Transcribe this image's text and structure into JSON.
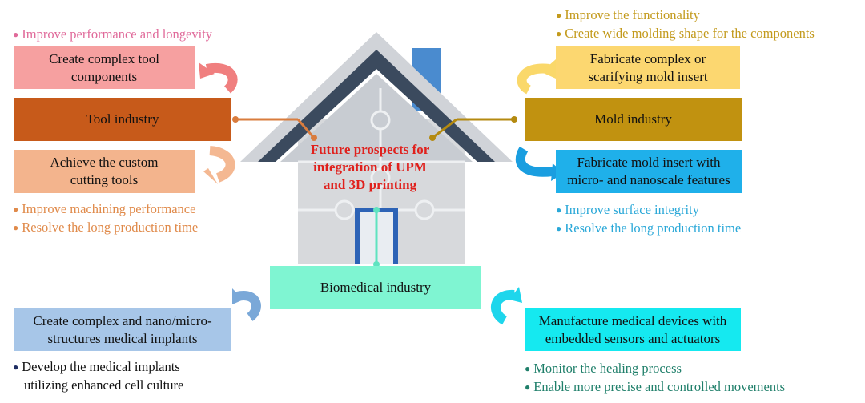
{
  "center": {
    "line1": "Future prospects for",
    "line2": "integration of UPM",
    "line3": "and 3D printing",
    "color": "#e0201c"
  },
  "tool": {
    "industry": "Tool industry",
    "top_box_line1": "Create complex tool",
    "top_box_line2": "components",
    "top_note": "Improve performance and longevity",
    "bottom_box_line1": "Achieve the custom",
    "bottom_box_line2": "cutting tools",
    "bottom_notes": [
      "Improve machining performance",
      "Resolve the long production time"
    ],
    "colors": {
      "industry": "#c75a1a",
      "top": "#f6a0a0",
      "bottom": "#f3b48d",
      "note_top": "#e06a9a",
      "note_bottom": "#e08a4a"
    }
  },
  "mold": {
    "industry": "Mold industry",
    "top_box_line1": "Fabricate complex or",
    "top_box_line2": "scarifying mold insert",
    "top_notes": [
      "Improve the functionality",
      "Create wide molding shape for the components"
    ],
    "bottom_box_line1": "Fabricate mold insert with",
    "bottom_box_line2": "micro- and nanoscale features",
    "bottom_notes": [
      "Improve surface integrity",
      "Resolve the long production time"
    ],
    "colors": {
      "industry": "#c19210",
      "top": "#fcd770",
      "bottom": "#1fb0ea",
      "note_top": "#c39a1c",
      "note_bottom": "#2aa8d8"
    }
  },
  "bio": {
    "industry": "Biomedical industry",
    "left_box_line1": "Create complex and nano/micro-",
    "left_box_line2": "structures medical implants",
    "left_notes": [
      "Develop the medical implants",
      "utilizing enhanced cell culture"
    ],
    "right_box_line1": "Manufacture medical devices with",
    "right_box_line2": "embedded sensors and actuators",
    "right_notes": [
      "Monitor the healing process",
      "Enable more precise and controlled movements"
    ],
    "colors": {
      "industry": "#7ff5d2",
      "left": "#a7c6e8",
      "right": "#15e9f0",
      "note_left": "#1f2e62",
      "note_right": "#1f7f6a"
    }
  }
}
